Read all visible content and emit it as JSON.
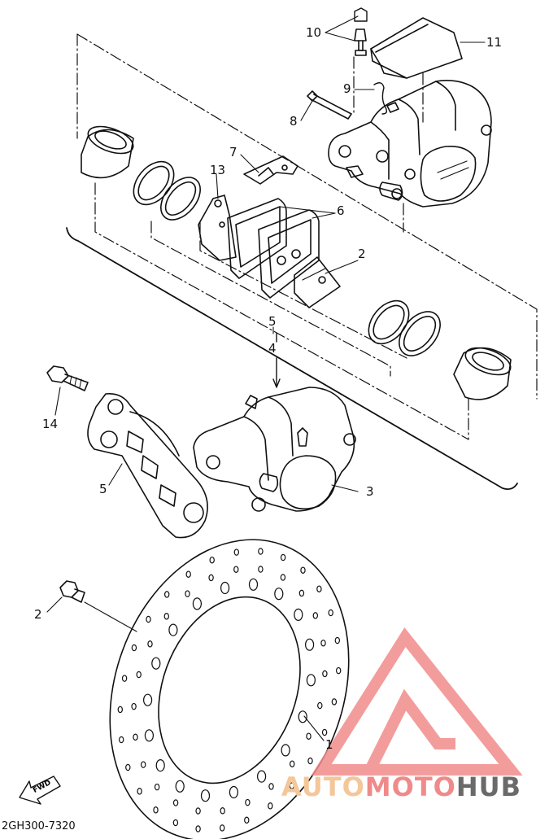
{
  "diagram": {
    "drawing_code": "2GH300-7320",
    "fwd_marker": "FWD",
    "parts": [
      {
        "ref": "1",
        "name": "brake disc"
      },
      {
        "ref": "2",
        "name": "bolt"
      },
      {
        "ref": "2",
        "name": "pad spring"
      },
      {
        "ref": "3",
        "name": "caliper assembly"
      },
      {
        "ref": "4",
        "name": "caliper seal kit"
      },
      {
        "ref": "5",
        "name": "caliper bracket"
      },
      {
        "ref": "5",
        "name": "caliper seal kit"
      },
      {
        "ref": "6",
        "name": "brake pad kit"
      },
      {
        "ref": "7",
        "name": "pad support"
      },
      {
        "ref": "8",
        "name": "pad pin"
      },
      {
        "ref": "9",
        "name": "clip"
      },
      {
        "ref": "10",
        "name": "bleed screw"
      },
      {
        "ref": "11",
        "name": "caliper cover"
      },
      {
        "ref": "13",
        "name": "pad shim"
      },
      {
        "ref": "14",
        "name": "bolt"
      }
    ]
  },
  "watermark": {
    "part1": "AUTO",
    "part2": "MOTO",
    "part3": "HUB",
    "colors": {
      "auto": "#f3c79a",
      "moto": "#f08a8a",
      "hub": "#6a6a6a",
      "logo": "#f28b8b"
    }
  }
}
